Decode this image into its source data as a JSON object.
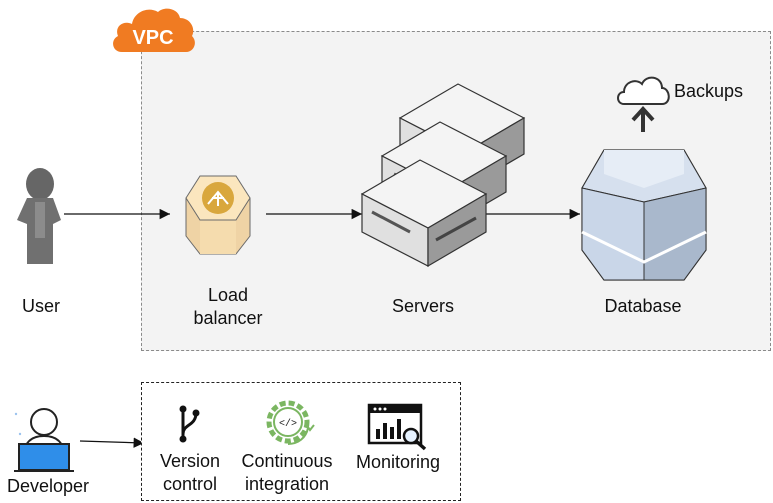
{
  "vpc": {
    "badge": "VPC"
  },
  "nodes": {
    "user": "User",
    "load_balancer": {
      "line1": "Load",
      "line2": "balancer"
    },
    "servers": "Servers",
    "database": "Database",
    "backups": "Backups",
    "developer": "Developer"
  },
  "tools": {
    "version_control": {
      "line1": "Version",
      "line2": "control"
    },
    "continuous_integration": {
      "line1": "Continuous",
      "line2": "integration"
    },
    "monitoring": "Monitoring",
    "ci_symbol": "</>"
  },
  "colors": {
    "vpc_orange": "#f07b22",
    "load_balancer_top": "#fbe6be",
    "load_balancer_badge": "#d9a73d",
    "database_body": "#bfcde0",
    "developer_blue": "#2f8ee9",
    "ci_green": "#7bb661"
  }
}
